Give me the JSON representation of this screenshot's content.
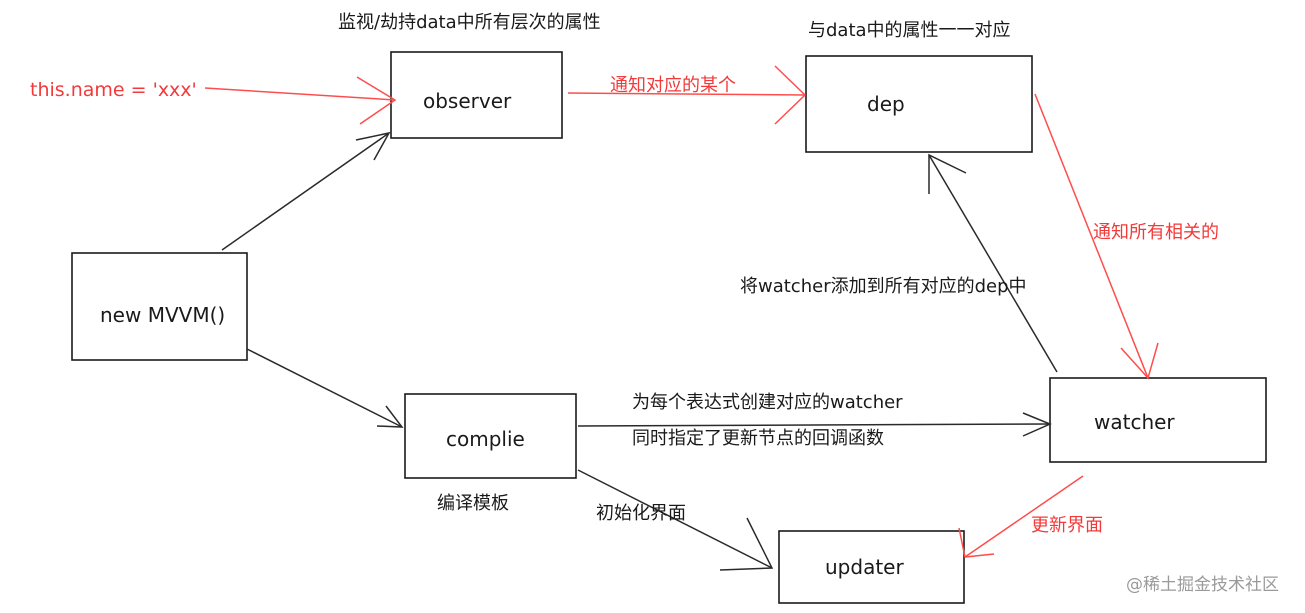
{
  "nodes": {
    "observer": "observer",
    "dep": "dep",
    "new_mvvm": "new MVVM()",
    "complie": "complie",
    "watcher": "watcher",
    "updater": "updater"
  },
  "notes": {
    "observer_top": "监视/劫持data中所有层次的属性",
    "dep_top": "与data中的属性一一对应",
    "this_name": "this.name = 'xxx'",
    "notify_one": "通知对应的某个",
    "notify_all": "通知所有相关的",
    "add_watcher": "将watcher添加到所有对应的dep中",
    "create_watcher_line1": "为每个表达式创建对应的watcher",
    "create_watcher_line2": "同时指定了更新节点的回调函数",
    "compile_template": "编译模板",
    "init_ui": "初始化界面",
    "update_ui": "更新界面"
  },
  "colors": {
    "red": "#f23a3a",
    "dark": "#1a1a1a"
  },
  "watermark": "@稀土掘金技术社区"
}
